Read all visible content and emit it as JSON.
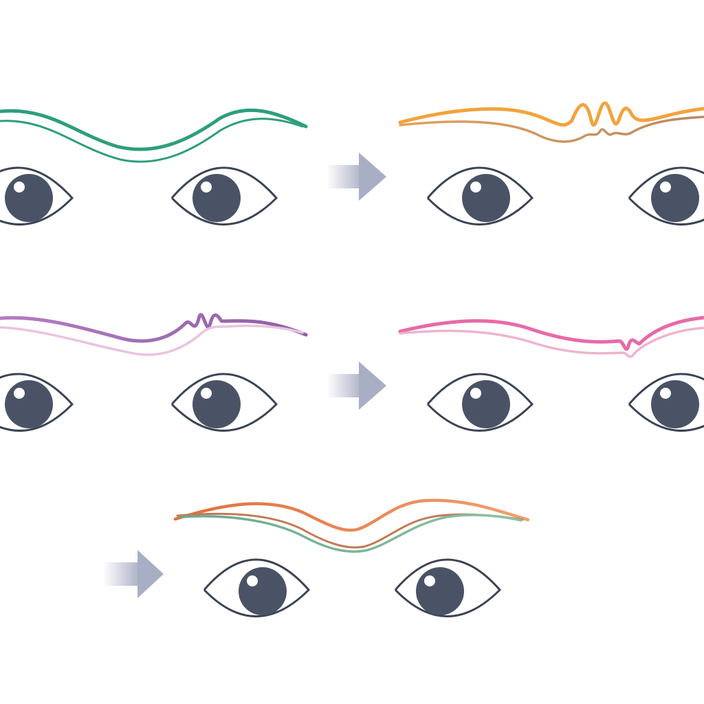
{
  "colors": {
    "background": "#ffffff",
    "eye_outline": "#3b4354",
    "pupil": "#4a5366",
    "highlight": "#ffffff",
    "arrow": "#a8aec4"
  },
  "panels": [
    {
      "id": "top-left",
      "variant": "smooth-wave",
      "line_colors": [
        "#2e9e7c",
        "#2e9e7c"
      ]
    },
    {
      "id": "top-right",
      "variant": "wave-with-ripples",
      "line_colors": [
        "#f2a33c",
        "#c98a4e"
      ]
    },
    {
      "id": "middle-left",
      "variant": "wave-with-ripples",
      "line_colors": [
        "#a46fb8",
        "#e9c3de"
      ]
    },
    {
      "id": "middle-right",
      "variant": "wave-with-ripples",
      "line_colors": [
        "#e76aa8",
        "#eeb3cf"
      ]
    },
    {
      "id": "bottom",
      "variant": "smooth-wave",
      "line_colors": [
        "#e98a4e",
        "#7fb597"
      ]
    }
  ],
  "arrows": [
    {
      "from": "top-left",
      "to": "top-right",
      "icon": "right-arrow-icon"
    },
    {
      "from": "middle-left",
      "to": "middle-right",
      "icon": "right-arrow-icon"
    },
    {
      "from": "middle-left",
      "to": "bottom",
      "icon": "right-arrow-icon"
    }
  ]
}
